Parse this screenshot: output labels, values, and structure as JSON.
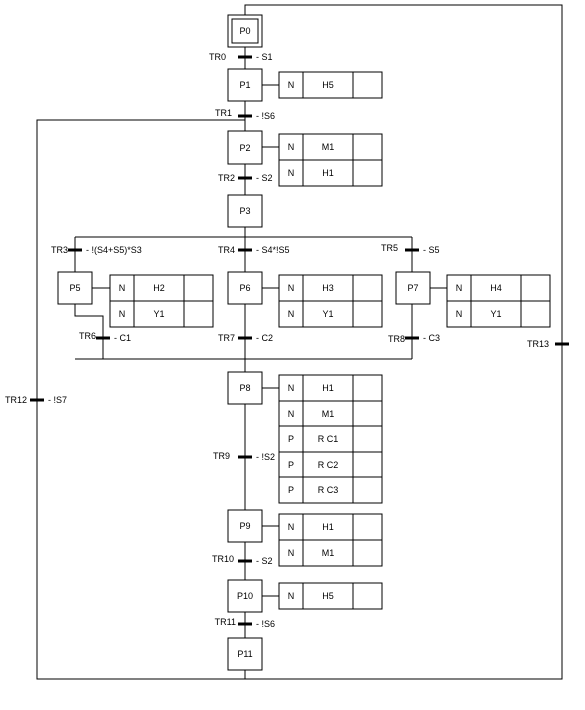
{
  "steps": {
    "P0": "P0",
    "P1": "P1",
    "P2": "P2",
    "P3": "P3",
    "P5": "P5",
    "P6": "P6",
    "P7": "P7",
    "P8": "P8",
    "P9": "P9",
    "P10": "P10",
    "P11": "P11"
  },
  "transitions": [
    {
      "id": "TR0",
      "label": "TR0",
      "condition": "- S1"
    },
    {
      "id": "TR1",
      "label": "TR1",
      "condition": "- !S6"
    },
    {
      "id": "TR2",
      "label": "TR2",
      "condition": "- S2"
    },
    {
      "id": "TR3",
      "label": "TR3",
      "condition": "- !(S4+S5)*S3"
    },
    {
      "id": "TR4",
      "label": "TR4",
      "condition": "- S4*!S5"
    },
    {
      "id": "TR5",
      "label": "TR5",
      "condition": "- S5"
    },
    {
      "id": "TR6",
      "label": "TR6",
      "condition": "- C1"
    },
    {
      "id": "TR7",
      "label": "TR7",
      "condition": "- C2"
    },
    {
      "id": "TR8",
      "label": "TR8",
      "condition": "- C3"
    },
    {
      "id": "TR9",
      "label": "TR9",
      "condition": "- !S2"
    },
    {
      "id": "TR10",
      "label": "TR10",
      "condition": "- S2"
    },
    {
      "id": "TR11",
      "label": "TR11",
      "condition": "- !S6"
    },
    {
      "id": "TR12",
      "label": "TR12",
      "condition": "- !S7"
    },
    {
      "id": "TR13",
      "label": "TR13",
      "condition": ""
    }
  ],
  "actions": {
    "P1": [
      {
        "q": "N",
        "a": "H5"
      }
    ],
    "P2": [
      {
        "q": "N",
        "a": "M1"
      },
      {
        "q": "N",
        "a": "H1"
      }
    ],
    "P5": [
      {
        "q": "N",
        "a": "H2"
      },
      {
        "q": "N",
        "a": "Y1"
      }
    ],
    "P6": [
      {
        "q": "N",
        "a": "H3"
      },
      {
        "q": "N",
        "a": "Y1"
      }
    ],
    "P7": [
      {
        "q": "N",
        "a": "H4"
      },
      {
        "q": "N",
        "a": "Y1"
      }
    ],
    "P8": [
      {
        "q": "N",
        "a": "H1"
      },
      {
        "q": "N",
        "a": "M1"
      },
      {
        "q": "P",
        "a": "R C1"
      },
      {
        "q": "P",
        "a": "R C2"
      },
      {
        "q": "P",
        "a": "R C3"
      }
    ],
    "P9": [
      {
        "q": "N",
        "a": "H1"
      },
      {
        "q": "N",
        "a": "M1"
      }
    ],
    "P10": [
      {
        "q": "N",
        "a": "H5"
      }
    ]
  }
}
